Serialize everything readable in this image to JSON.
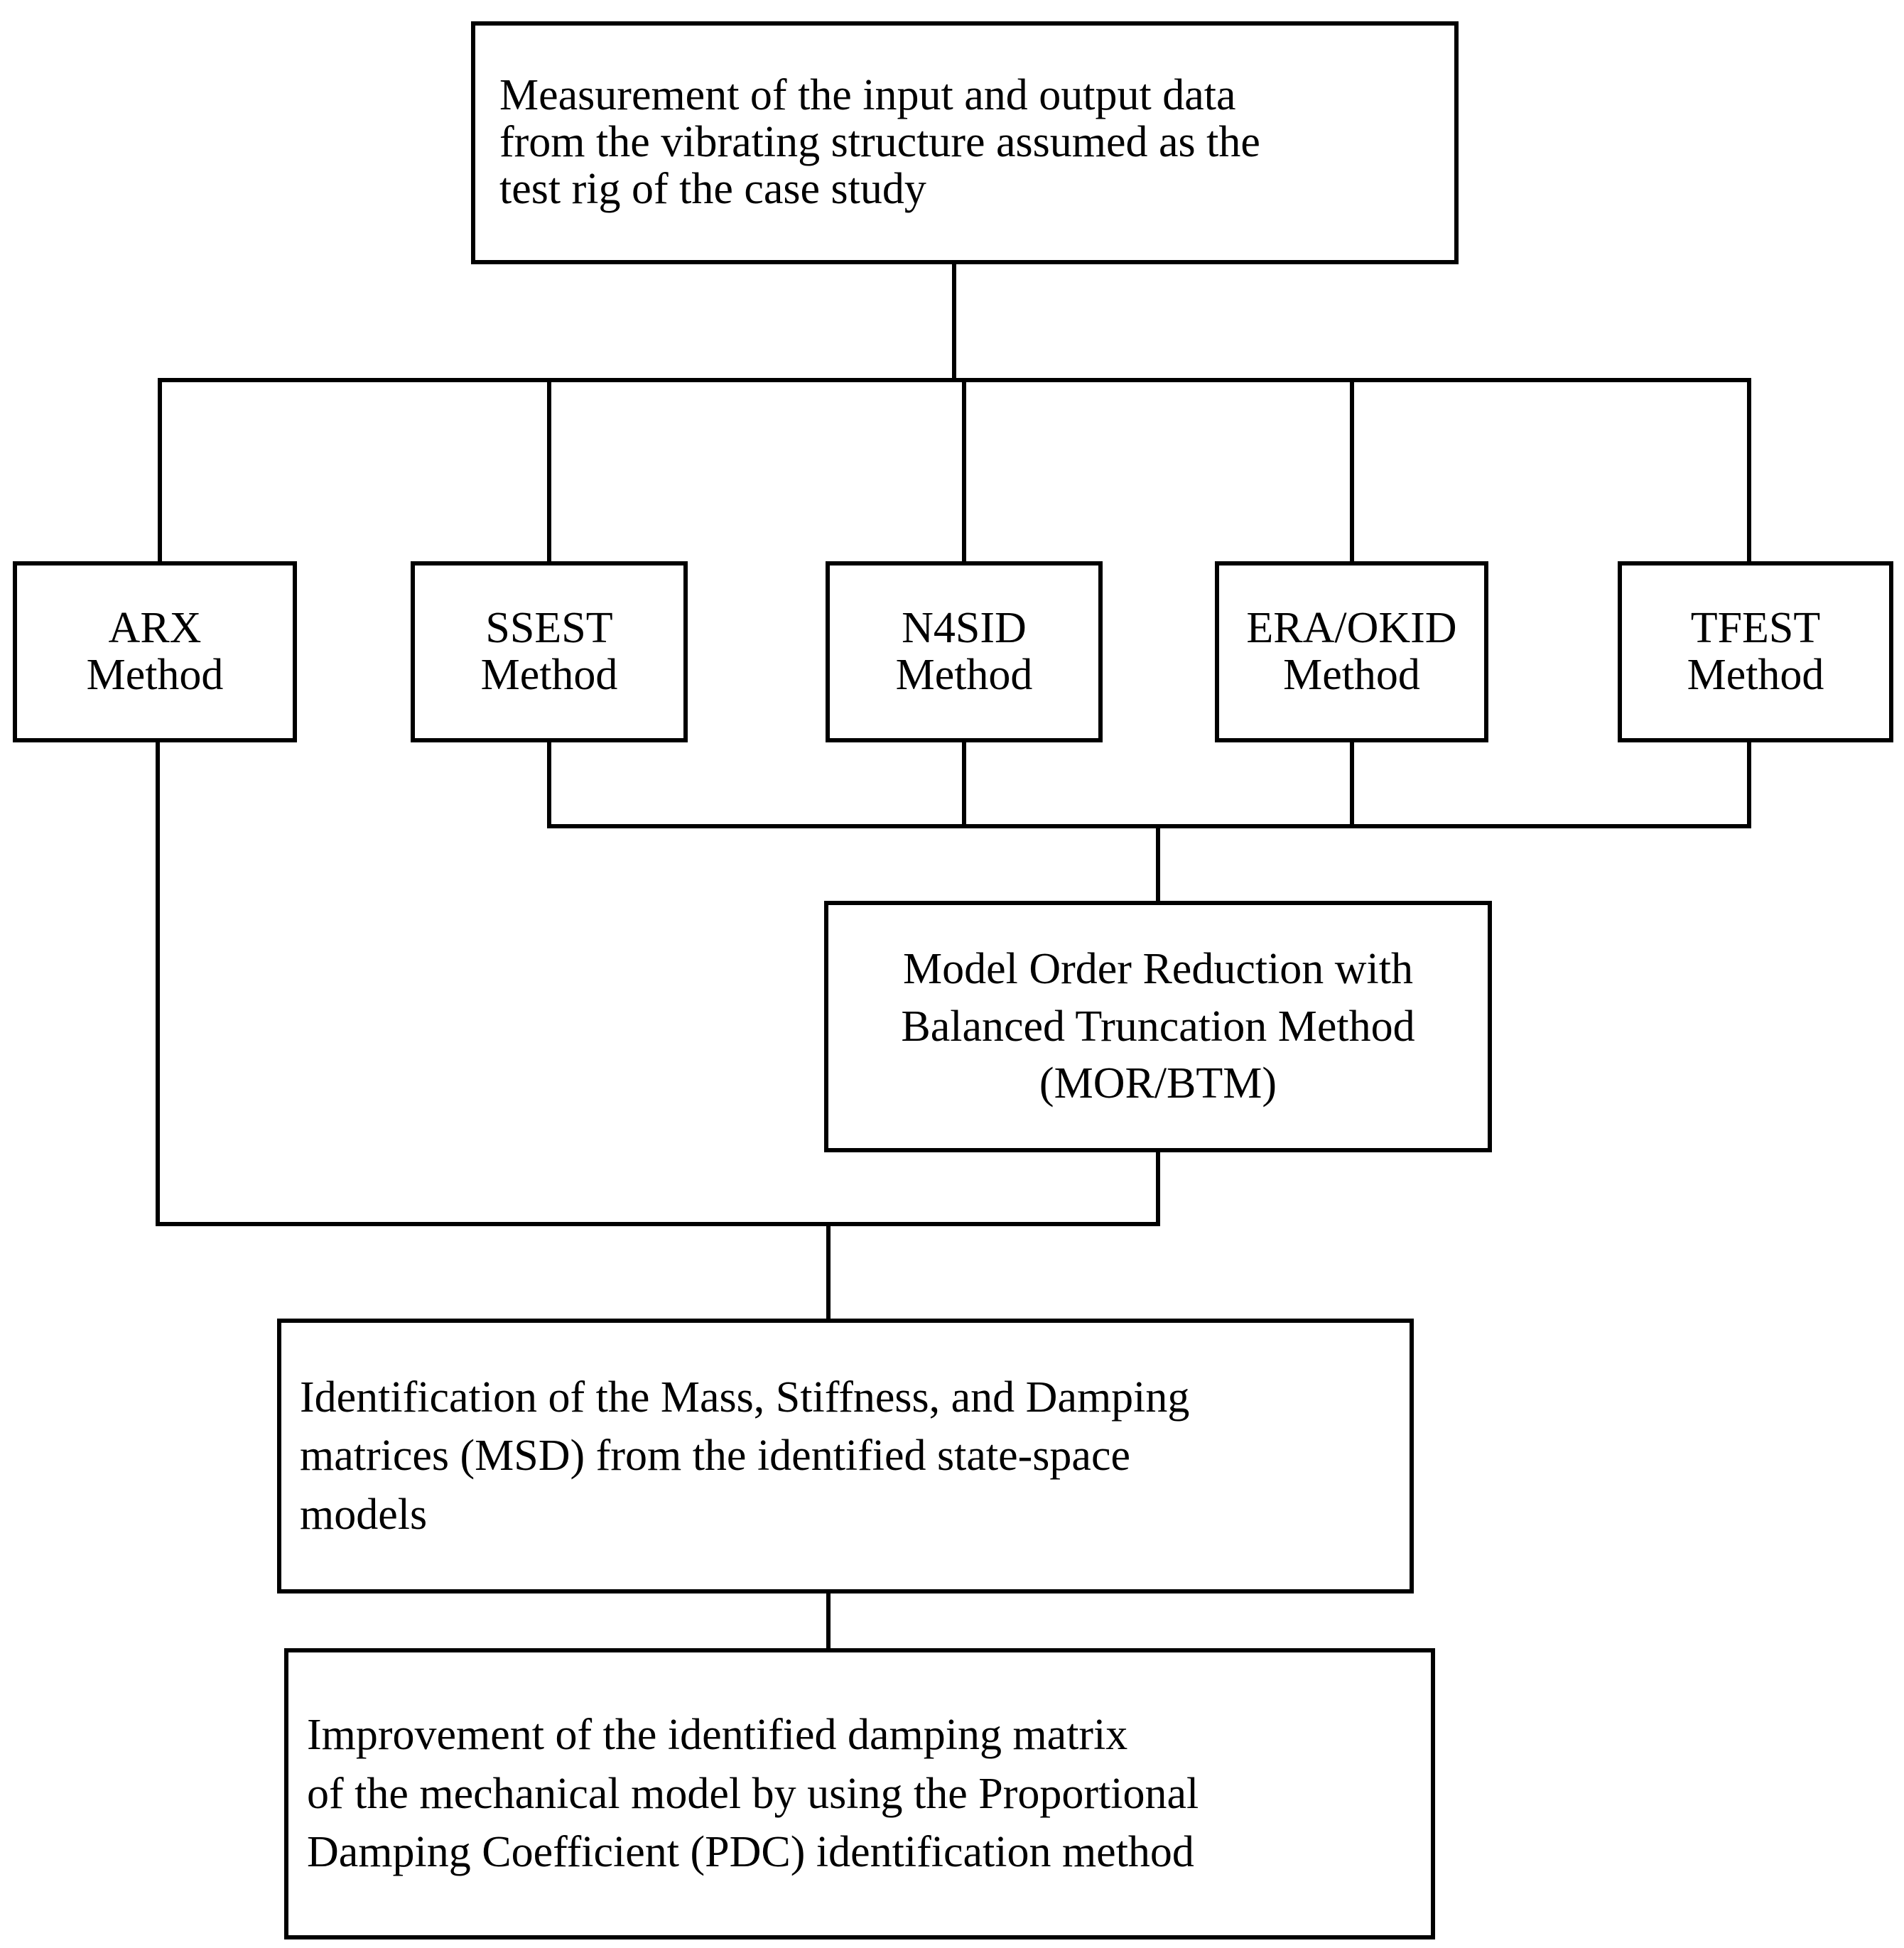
{
  "diagram": {
    "title": "System identification workflow flowchart",
    "background_color": "#ffffff",
    "line_color": "#000000",
    "nodes": {
      "measurement": {
        "id": "measurement",
        "lines": [
          "Measurement of the input and output data",
          "from the vibrating structure assumed as the",
          "test rig of the case study"
        ]
      },
      "arx": {
        "id": "arx",
        "lines": [
          "ARX",
          "Method"
        ]
      },
      "ssest": {
        "id": "ssest",
        "lines": [
          "SSEST",
          "Method"
        ]
      },
      "n4sid": {
        "id": "n4sid",
        "lines": [
          "N4SID",
          "Method"
        ]
      },
      "eraokid": {
        "id": "eraokid",
        "lines": [
          "ERA/OKID",
          "Method"
        ]
      },
      "tfest": {
        "id": "tfest",
        "lines": [
          "TFEST",
          "Method"
        ]
      },
      "mor": {
        "id": "mor",
        "lines": [
          "Model Order Reduction with",
          "Balanced Truncation Method",
          "(MOR/BTM)"
        ]
      },
      "msd": {
        "id": "msd",
        "lines": [
          "Identification of the Mass, Stiffness, and Damping",
          "matrices (MSD) from the identified state-space",
          "models"
        ]
      },
      "improvement": {
        "id": "improvement",
        "lines": [
          "Improvement of the identified damping matrix",
          "of the mechanical model by using the Proportional",
          "Damping Coefficient (PDC) identification method"
        ]
      }
    },
    "edges": [
      {
        "from": "measurement",
        "to": "method-bus",
        "label": ""
      },
      {
        "from": "method-bus",
        "to": "arx",
        "label": ""
      },
      {
        "from": "method-bus",
        "to": "ssest",
        "label": ""
      },
      {
        "from": "method-bus",
        "to": "n4sid",
        "label": ""
      },
      {
        "from": "method-bus",
        "to": "eraokid",
        "label": ""
      },
      {
        "from": "method-bus",
        "to": "tfest",
        "label": ""
      },
      {
        "from": "ssest",
        "to": "mor",
        "label": ""
      },
      {
        "from": "n4sid",
        "to": "mor",
        "label": ""
      },
      {
        "from": "eraokid",
        "to": "mor",
        "label": ""
      },
      {
        "from": "tfest",
        "to": "mor",
        "label": ""
      },
      {
        "from": "arx",
        "to": "msd",
        "label": ""
      },
      {
        "from": "mor",
        "to": "msd",
        "label": ""
      },
      {
        "from": "msd",
        "to": "improvement",
        "label": ""
      }
    ]
  }
}
